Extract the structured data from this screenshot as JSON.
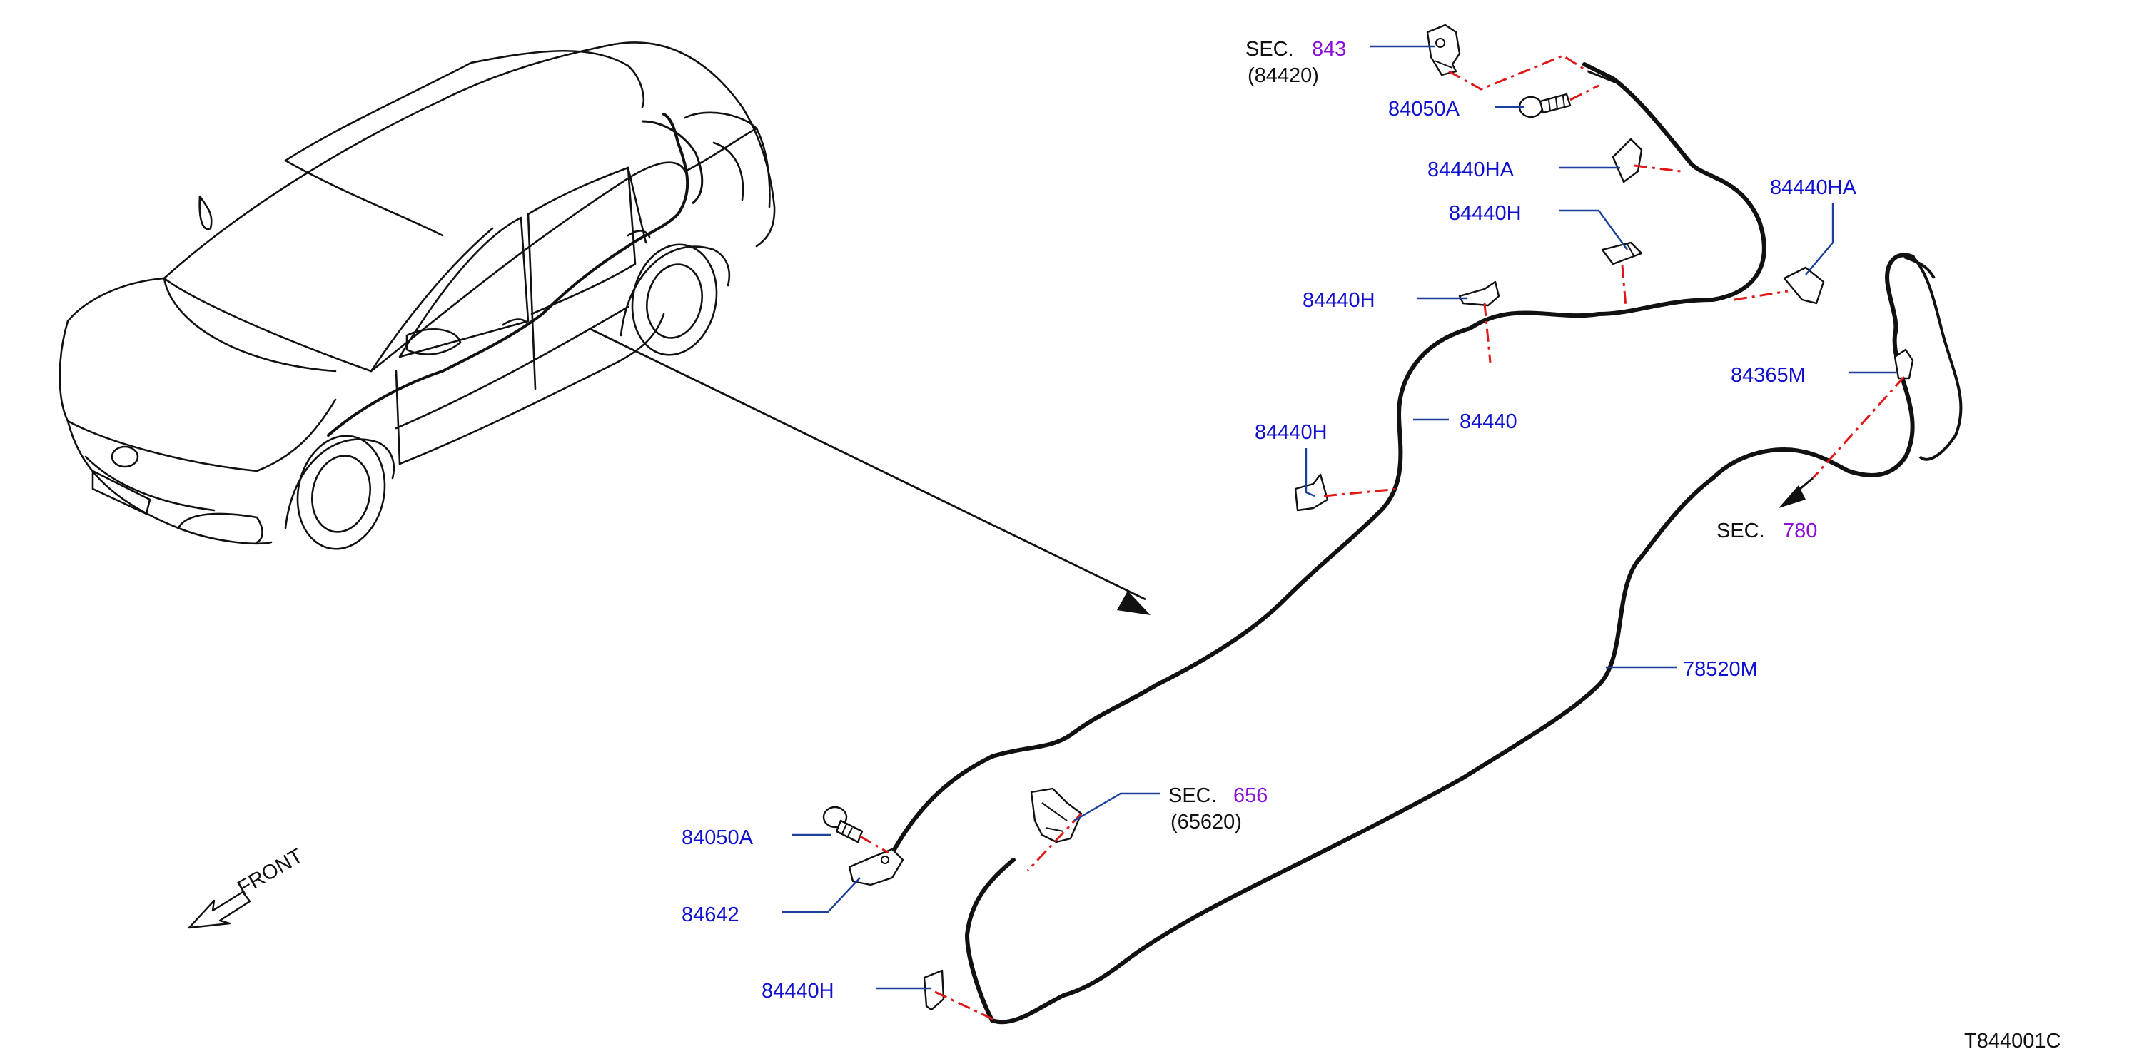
{
  "diagram_code": "T844001C",
  "front_label": "FRONT",
  "callouts": {
    "sec843": {
      "prefix": "SEC.",
      "number": "843",
      "sub": "(84420)"
    },
    "sec780": {
      "prefix": "SEC.",
      "number": "780"
    },
    "sec656": {
      "prefix": "SEC.",
      "number": "656",
      "sub": "(65620)"
    },
    "p84050A_top": "84050A",
    "p84440HA_1": "84440HA",
    "p84440HA_2": "84440HA",
    "p84440H_1": "84440H",
    "p84440H_2": "84440H",
    "p84440H_3": "84440H",
    "p84440H_4": "84440H",
    "p84440": "84440",
    "p84365M": "84365M",
    "p78520M": "78520M",
    "p84050A_bottom": "84050A",
    "p84642": "84642"
  },
  "colors": {
    "part_number": "#1010d0",
    "section_number": "#8a10d8",
    "leader": "#1a3f9c",
    "dash": "#e01818"
  }
}
